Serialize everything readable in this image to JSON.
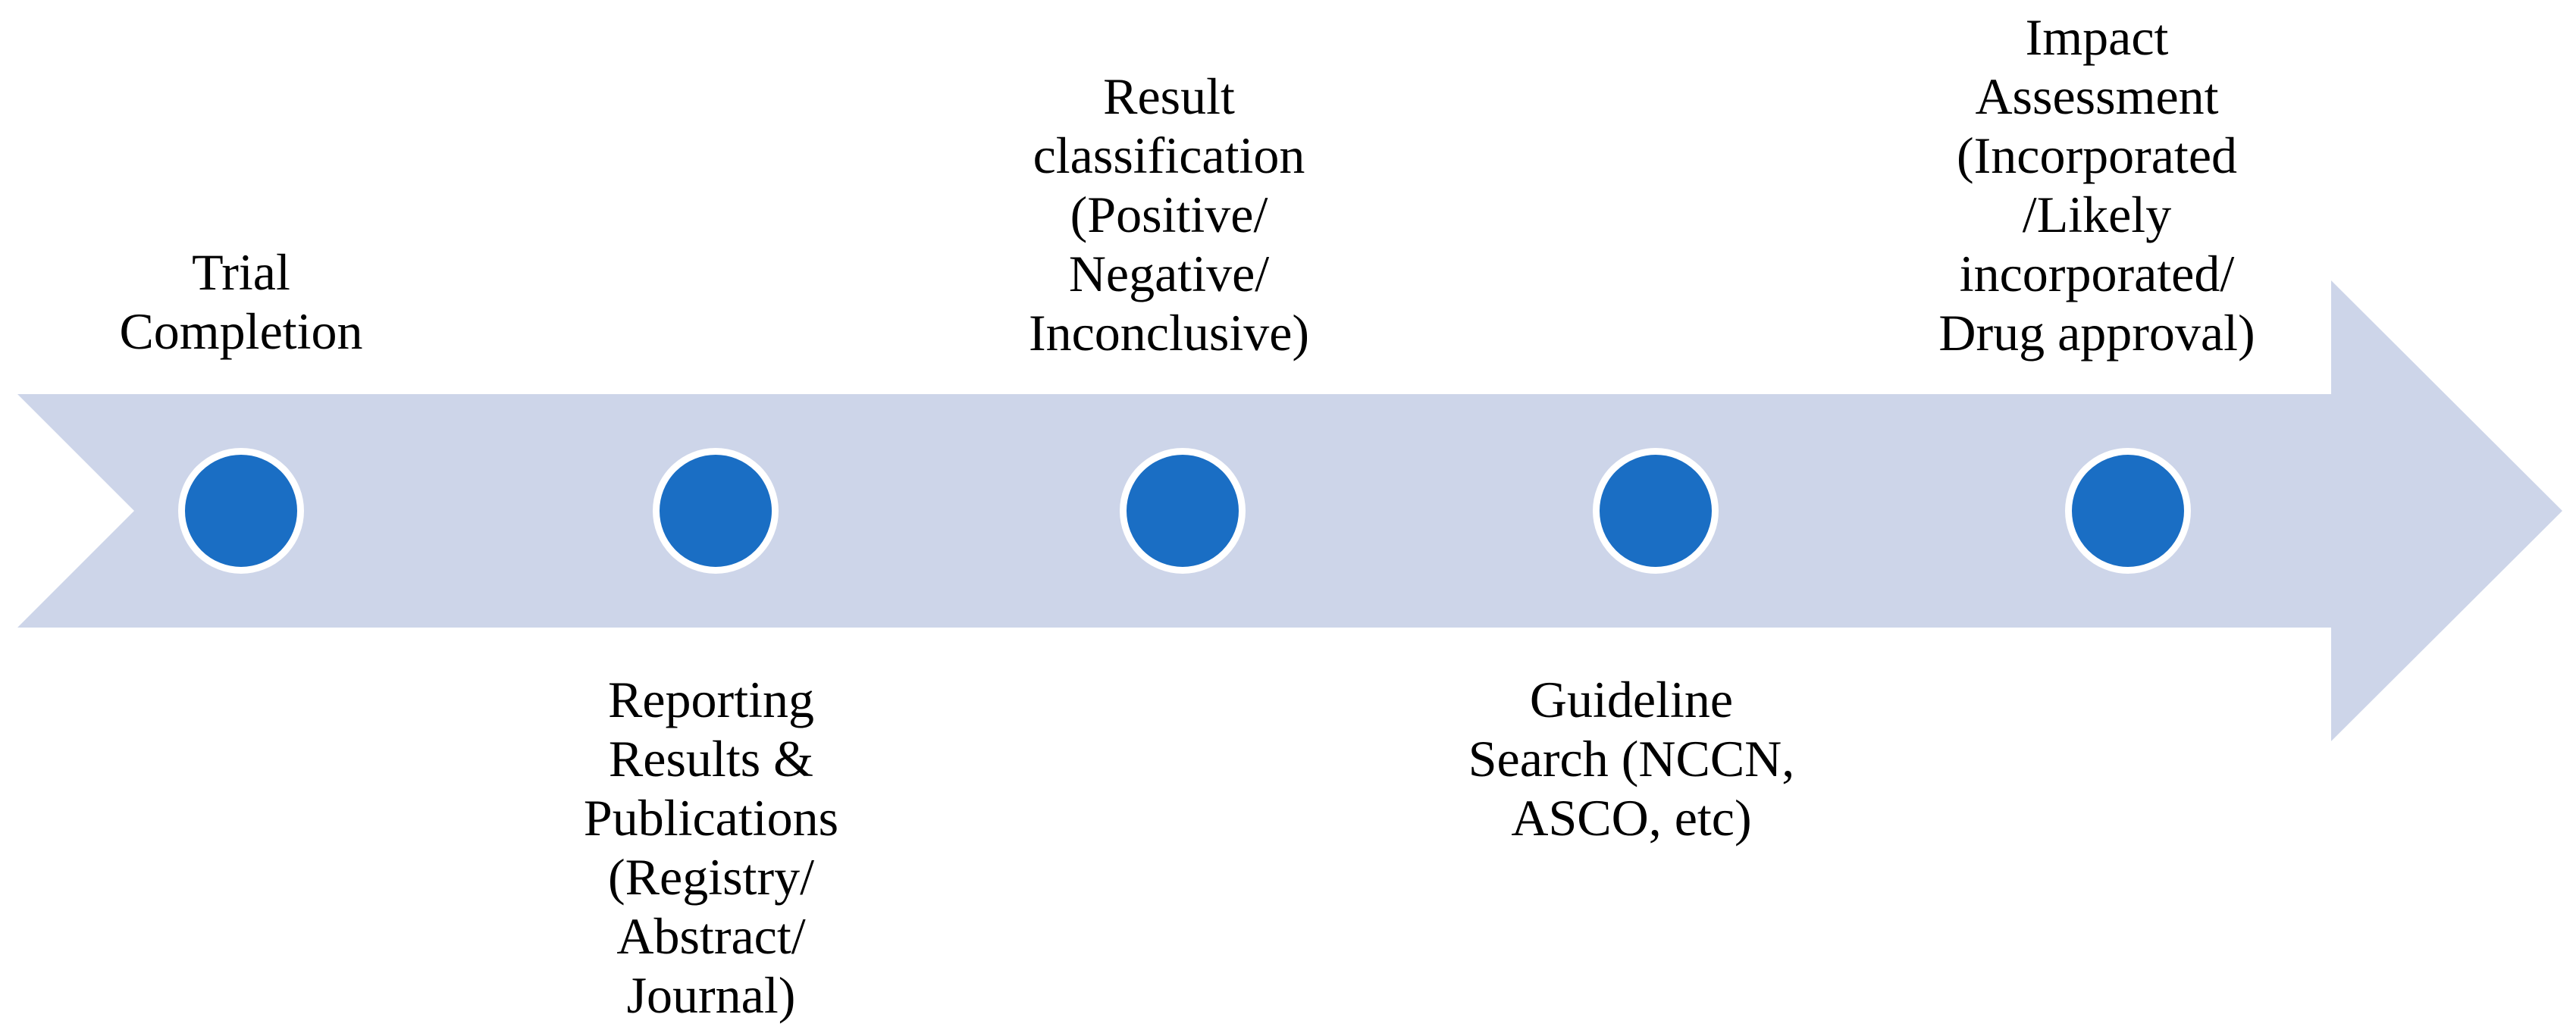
{
  "diagram": {
    "type": "process-timeline-arrow",
    "direction": "right",
    "colors": {
      "band": "#cdd5e9",
      "circle": "#1a6ec4",
      "ring": "#ffffff",
      "text": "#000000",
      "background": "#ffffff"
    },
    "steps": [
      {
        "index": 1,
        "position": "above",
        "label": "Trial\nCompletion"
      },
      {
        "index": 2,
        "position": "below",
        "label": "Reporting\nResults &\nPublications\n(Registry/\nAbstract/\nJournal)"
      },
      {
        "index": 3,
        "position": "above",
        "label": "Result\nclassification\n(Positive/\nNegative/\nInconclusive)"
      },
      {
        "index": 4,
        "position": "below",
        "label": "Guideline\nSearch (NCCN,\nASCO, etc)"
      },
      {
        "index": 5,
        "position": "above",
        "label": "Impact\nAssessment\n(Incorporated\n/Likely\nincorporated/\nDrug approval)"
      }
    ]
  }
}
